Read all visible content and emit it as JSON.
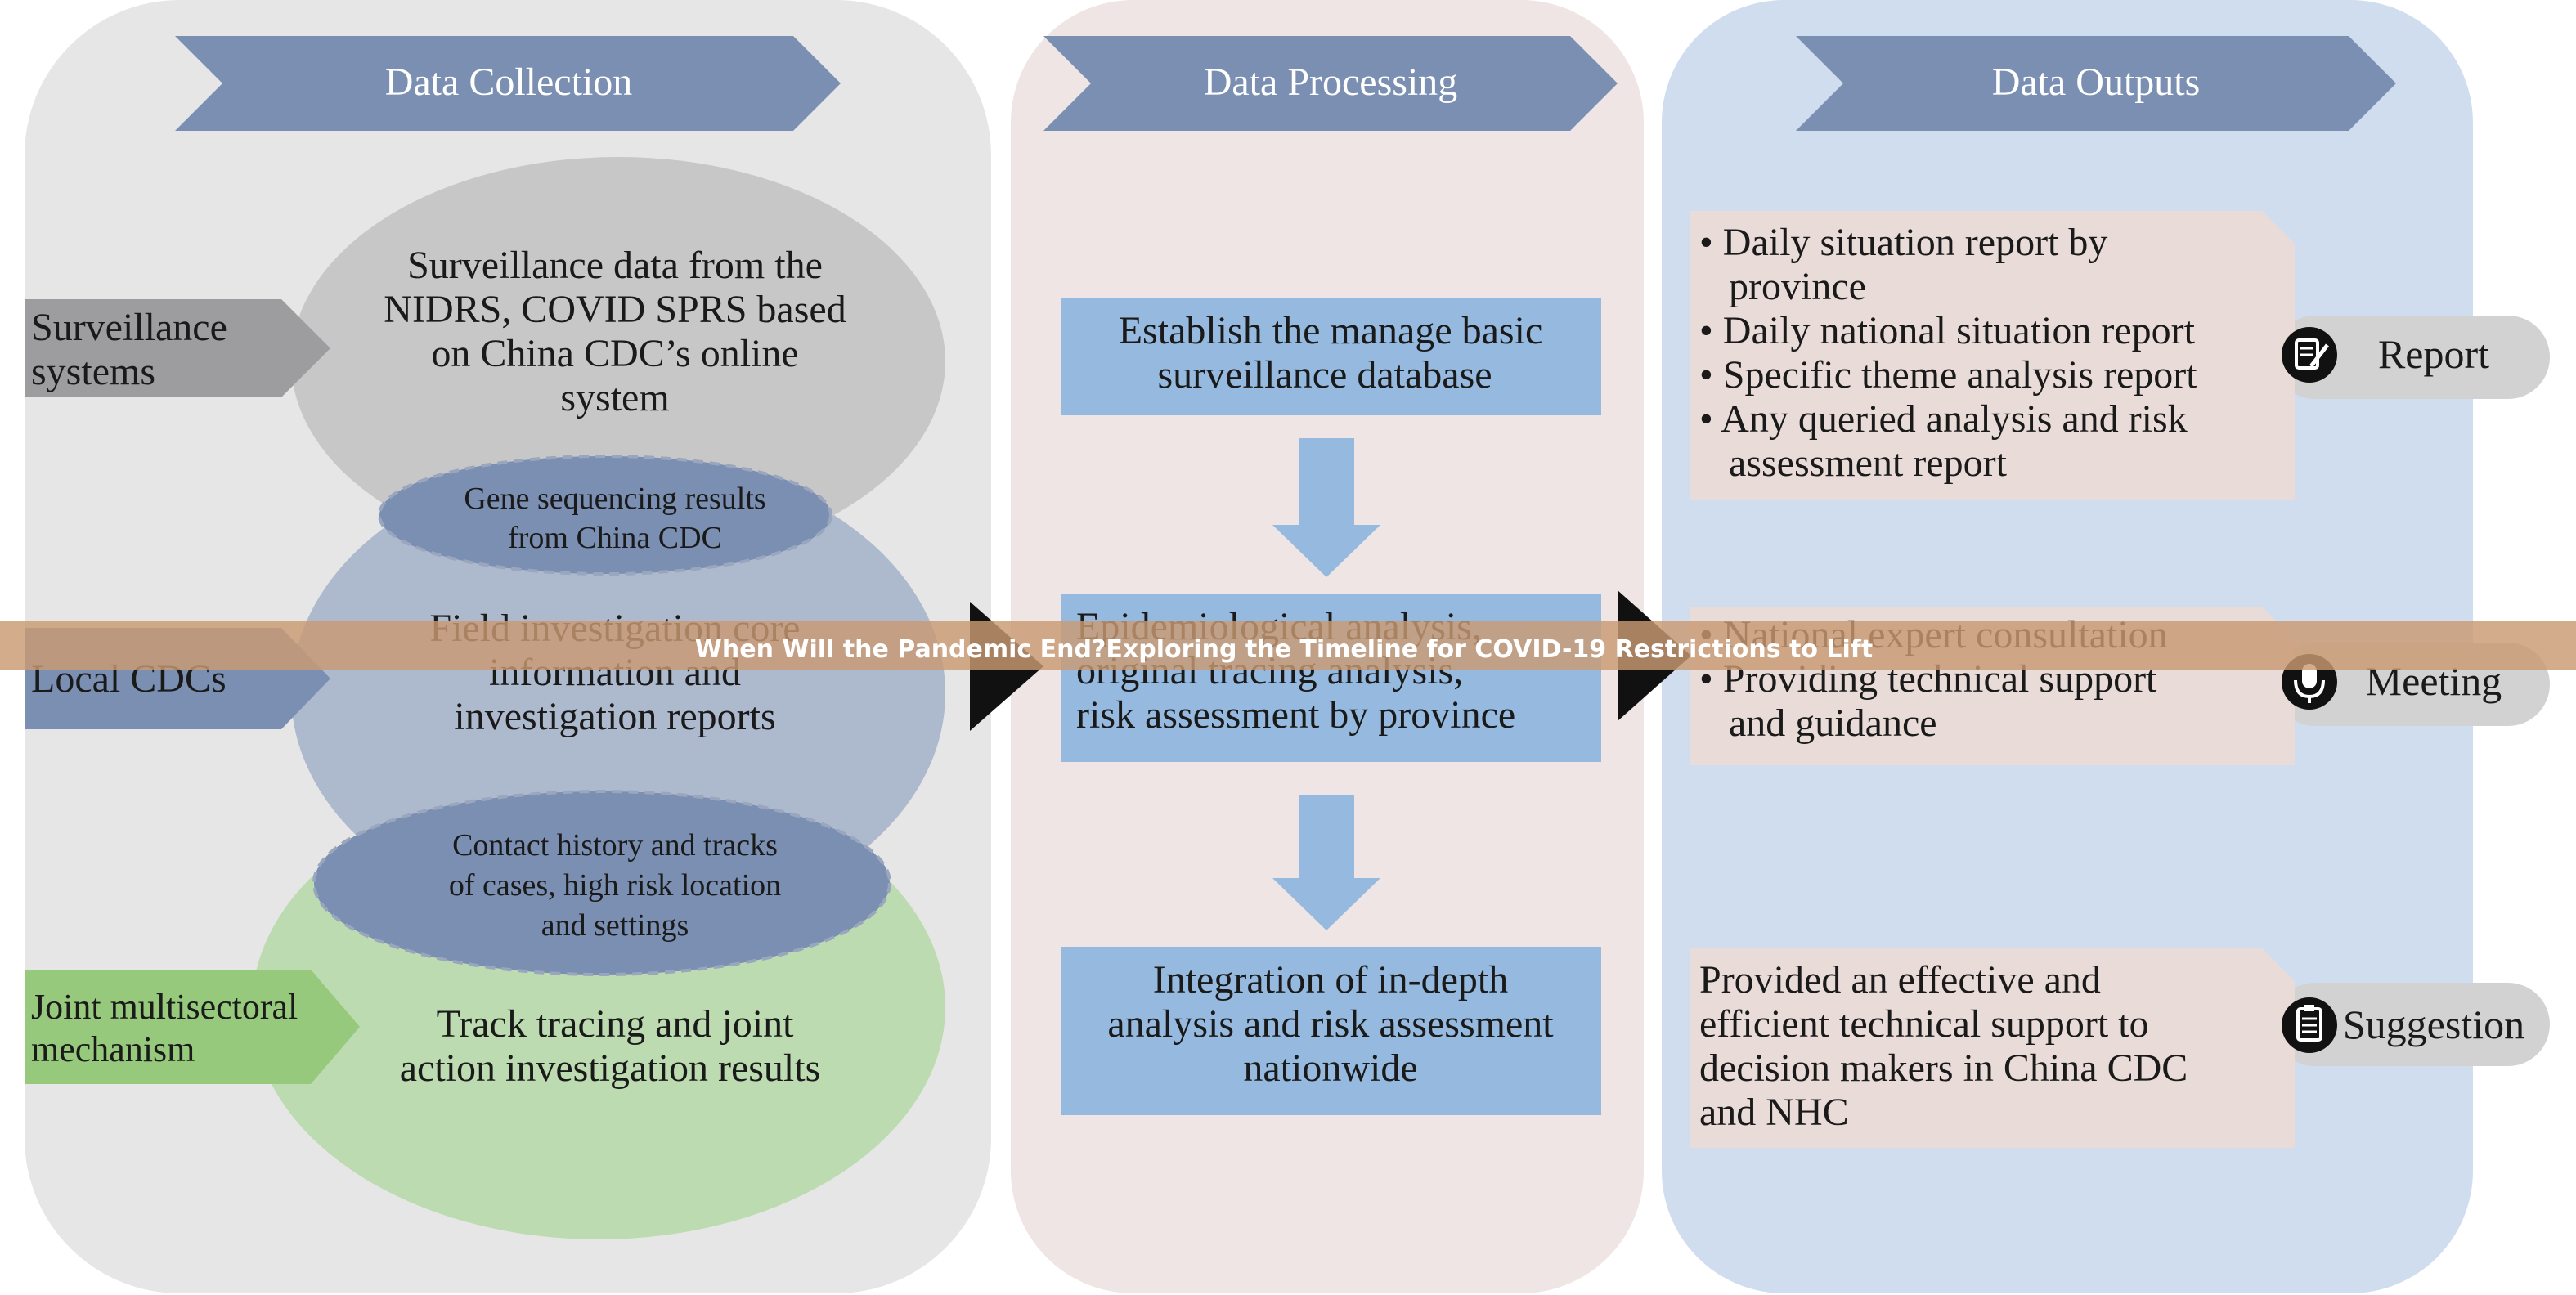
{
  "columns": {
    "collection": "Data Collection",
    "processing": "Data Processing",
    "outputs": "Data Outputs"
  },
  "sources": {
    "surveillance": [
      "Surveillance",
      "systems"
    ],
    "local": [
      "Local CDCs"
    ],
    "joint": [
      "Joint multisectoral",
      "mechanism"
    ]
  },
  "collection": {
    "surveillance_data": [
      "Surveillance data from the",
      "NIDRS, COVID SPRS based",
      "on China CDC’s online",
      "system"
    ],
    "gene": [
      "Gene sequencing results",
      "from China CDC"
    ],
    "field": [
      "Field investigation core",
      "information and",
      "investigation reports"
    ],
    "contact": [
      "Contact history and tracks",
      "of cases, high risk location",
      "and settings"
    ],
    "track": [
      "Track tracing and joint",
      "action investigation results"
    ]
  },
  "processing": {
    "step1": [
      "Establish the manage basic",
      "surveillance database"
    ],
    "step2": [
      "Epidemiological analysis,",
      "original tracing analysis,",
      "risk assessment by province"
    ],
    "step3": [
      "Integration of in-depth",
      "analysis and risk assessment",
      "nationwide"
    ]
  },
  "outputs": {
    "report_items": [
      "• Daily situation report by",
      "   province",
      "• Daily national situation report",
      "• Specific theme analysis report",
      "• Any queried analysis and risk",
      "   assessment report"
    ],
    "meeting_items": [
      "• National expert consultation",
      "• Providing technical support",
      "   and guidance"
    ],
    "suggestion_items": [
      "Provided an effective and",
      "efficient technical support to",
      "decision makers in China CDC",
      "and NHC"
    ],
    "report_label": "Report",
    "meeting_label": "Meeting",
    "suggestion_label": "Suggestion"
  },
  "banner": "When Will the Pandemic End?Exploring the Timeline for COVID-19 Restrictions to Lift",
  "icons": {
    "report": "report-edit-icon",
    "meeting": "microphone-icon",
    "suggestion": "clipboard-icon"
  },
  "colors": {
    "panel_collection": "#e6e6e6",
    "panel_processing": "#efe5e4",
    "panel_outputs": "#d0ddef",
    "header_chevron": "#7a8fb1",
    "process_box": "#96badf",
    "output_box": "#e9dcd8",
    "banner": "#c99a73"
  }
}
